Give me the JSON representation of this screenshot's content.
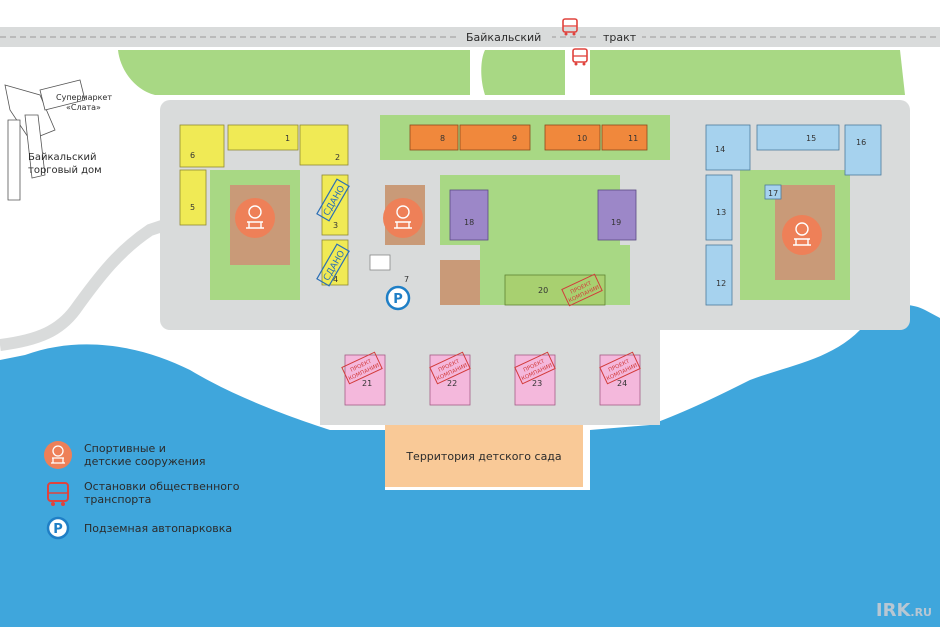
{
  "road": {
    "name_left": "Байкальский",
    "name_right": "тракт"
  },
  "landmarks": {
    "supermarket_line1": "Супермаркет",
    "supermarket_line2": "«Слата»",
    "mall_line1": "Байкальский",
    "mall_line2": "торговый дом"
  },
  "buildings": {
    "yellow": [
      "1",
      "2",
      "3",
      "4",
      "5",
      "6"
    ],
    "orange": [
      "8",
      "9",
      "10",
      "11"
    ],
    "blue": [
      "12",
      "13",
      "14",
      "15",
      "16",
      "17"
    ],
    "purple": [
      "18",
      "19"
    ],
    "green": [
      "20"
    ],
    "pink": [
      "21",
      "22",
      "23",
      "24"
    ],
    "other": [
      "7"
    ]
  },
  "stamps": {
    "done": "СДАНО",
    "project_line1": "ПРОЕКТ",
    "project_line2": "КОМПАНИИ"
  },
  "kindergarten": "Территория детского сада",
  "parking_symbol": "P",
  "legend": {
    "sport_line1": "Спортивные и",
    "sport_line2": "детские сооружения",
    "transport_line1": "Остановки общественного",
    "transport_line2": "транспорта",
    "parking": "Подземная автопарковка"
  },
  "watermark": {
    "brand": "IRK",
    "domain": ".RU"
  },
  "colors": {
    "water": "#3fa6dc",
    "lawn": "#a8d884",
    "road": "#d9dbdb",
    "yellow_building": "#f0ea55",
    "orange_building": "#f0883c",
    "blue_building": "#a6d2ee",
    "purple_building": "#9c87c8",
    "green_building": "#a8d070",
    "pink_building": "#f4b8dc",
    "brown_area": "#c99a78",
    "kindergarten": "#f9c997",
    "sport_icon": "#ee8058",
    "bus_icon": "#e0433d",
    "parking_icon": "#1f7fc6"
  },
  "icons": [
    "basketball-icon",
    "rocking-horse-icon",
    "bus-stop-icon",
    "parking-icon"
  ]
}
